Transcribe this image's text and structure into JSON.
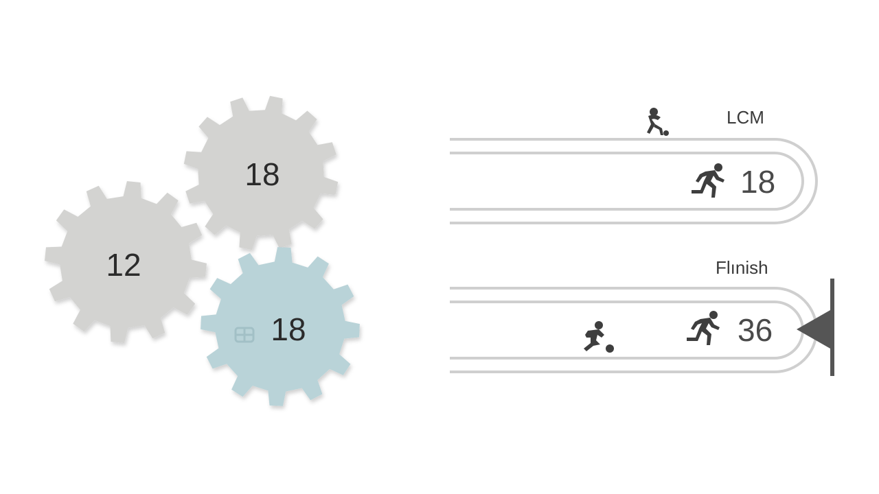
{
  "gears": [
    {
      "label": "12",
      "color": "#d3d3d1"
    },
    {
      "label": "18",
      "color": "#d3d3d1"
    },
    {
      "label": "18",
      "color": "#b9d3d8"
    }
  ],
  "tracks": [
    {
      "title": "LCM",
      "value": "18"
    },
    {
      "title": "Flınish",
      "value": "36"
    }
  ],
  "icons": {
    "runner": "runner-icon",
    "ball_player": "ball-player-icon",
    "finish_flag": "finish-flag-icon"
  }
}
